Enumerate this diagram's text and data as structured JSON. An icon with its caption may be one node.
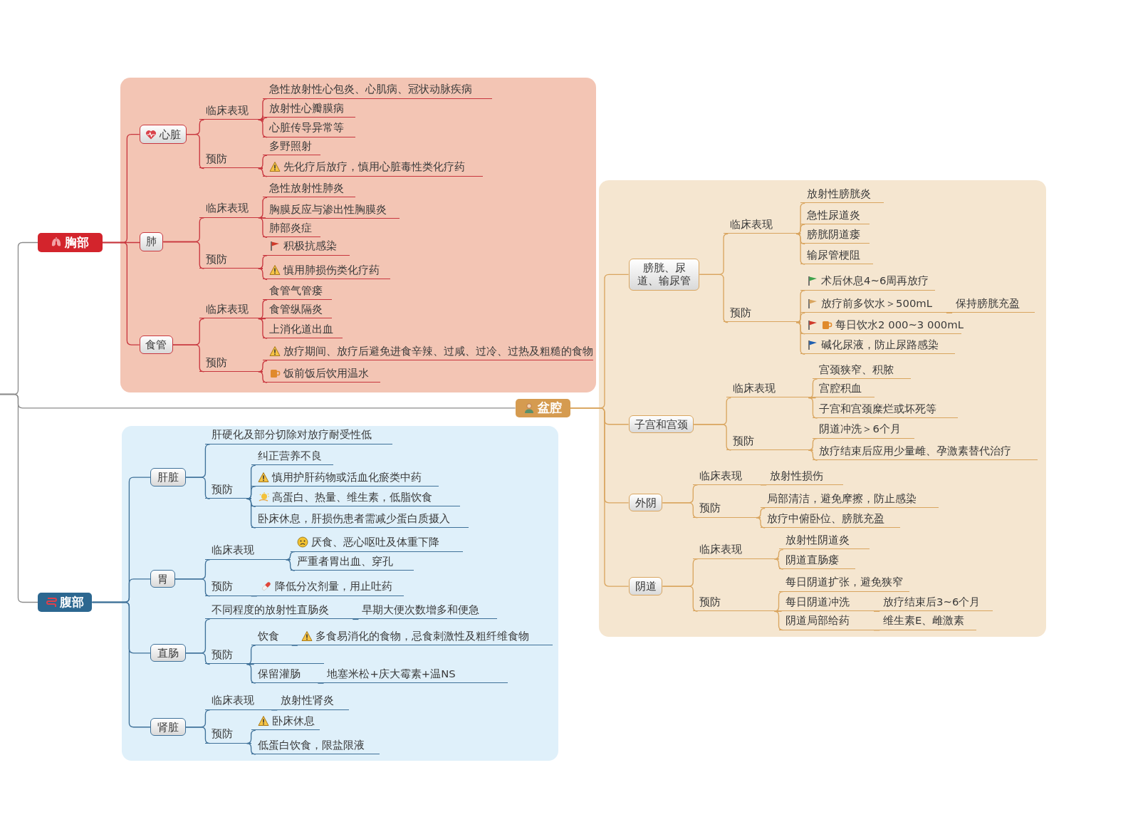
{
  "diagram": {
    "nodes": [
      {
        "text": [
          "胸部"
        ]
      },
      {
        "text": [],
        "shape": "box"
      },
      {
        "text": [
          "心脏"
        ],
        "in": 1
      },
      {
        "text": [
          "临床表现"
        ],
        "in": 1
      },
      {
        "text": [
          "急性放射性心包炎、心肌病、冠状动脉疾病"
        ],
        "in": 1
      },
      {
        "text": [
          "放射性心瓣膜病"
        ],
        "in": 1
      },
      {
        "text": [
          "心脏传导异常等"
        ],
        "in": 1
      },
      {
        "text": [
          "预防"
        ],
        "in": 1
      },
      {
        "text": [
          "多野照射"
        ],
        "in": 1
      },
      {
        "text": [
          "先化疗后放疗，慎用心脏毒性类化疗药"
        ],
        "in": 1
      },
      {
        "text": [
          "肺"
        ],
        "in": 1
      },
      {
        "text": [
          "临床表现"
        ],
        "in": 1
      },
      {
        "text": [
          "急性放射性肺炎"
        ],
        "in": 1
      },
      {
        "text": [
          "胸膜反应与渗出性胸膜炎"
        ],
        "in": 1
      },
      {
        "text": [
          "肺部炎症"
        ],
        "in": 1
      },
      {
        "text": [
          "预防"
        ],
        "in": 1
      },
      {
        "text": [
          "积极抗感染"
        ],
        "in": 1
      },
      {
        "text": [
          "慎用肺损伤类化疗药"
        ],
        "in": 1
      },
      {
        "text": [
          "食管"
        ],
        "in": 1
      },
      {
        "text": [
          "临床表现"
        ],
        "in": 1
      },
      {
        "text": [
          "食管气管瘘"
        ],
        "in": 1
      },
      {
        "text": [
          "食管纵隔炎"
        ],
        "in": 1
      },
      {
        "text": [
          "上消化道出血"
        ],
        "in": 1
      },
      {
        "text": [
          "预防"
        ],
        "in": 1
      },
      {
        "text": [
          "放疗期间、放疗后避免进食辛辣、过咸、过冷、过热及粗糙的食物"
        ],
        "in": 1
      },
      {
        "text": [
          "饭前饭后饮用温水"
        ],
        "in": 1
      },
      {
        "text": [
          "盆腔"
        ]
      },
      {
        "text": [],
        "shape": "box"
      },
      {
        "text": [
          "膀胱、尿道、输尿管"
        ],
        "in": 27
      },
      {
        "text": [
          "临床表现"
        ],
        "in": 27
      },
      {
        "text": [
          "放射性膀胱炎"
        ],
        "in": 27
      },
      {
        "text": [
          "急性尿道炎"
        ],
        "in": 27
      },
      {
        "text": [
          "膀胱阴道瘘"
        ],
        "in": 27
      },
      {
        "text": [
          "输尿管梗阻"
        ],
        "in": 27
      },
      {
        "text": [
          "预防"
        ],
        "in": 27
      },
      {
        "text": [
          "术后休息4~6周再放疗"
        ],
        "in": 27
      },
      {
        "text": [
          "放疗前多饮水＞500mL"
        ],
        "in": 27
      },
      {
        "text": [
          "保持膀胱充盈"
        ],
        "in": 27
      },
      {
        "text": [
          "每日饮水2 000~3 000mL"
        ],
        "in": 27
      },
      {
        "text": [
          "碱化尿液，防止尿路感染"
        ],
        "in": 27
      },
      {
        "text": [
          "子宫和宫颈"
        ],
        "in": 27
      },
      {
        "text": [
          "临床表现"
        ],
        "in": 27
      },
      {
        "text": [
          "宫颈狭窄、积脓"
        ],
        "in": 27
      },
      {
        "text": [
          "宫腔积血"
        ],
        "in": 27
      },
      {
        "text": [
          "子宫和宫颈糜烂或坏死等"
        ],
        "in": 27
      },
      {
        "text": [
          "预防"
        ],
        "in": 27
      },
      {
        "text": [
          "阴道冲洗＞6个月"
        ],
        "in": 27
      },
      {
        "text": [
          "放疗结束后应用少量雌、孕激素替代治疗"
        ],
        "in": 27
      },
      {
        "text": [
          "外阴"
        ],
        "in": 27
      },
      {
        "text": [
          "临床表现"
        ],
        "in": 27
      },
      {
        "text": [
          "放射性损伤"
        ],
        "in": 27
      },
      {
        "text": [
          "预防"
        ],
        "in": 27
      },
      {
        "text": [
          "局部清洁，避免摩擦，防止感染"
        ],
        "in": 27
      },
      {
        "text": [
          "放疗中俯卧位、膀胱充盈"
        ],
        "in": 27
      },
      {
        "text": [
          "阴道"
        ],
        "in": 27
      },
      {
        "text": [
          "临床表现"
        ],
        "in": 27
      },
      {
        "text": [
          "放射性阴道炎"
        ],
        "in": 27
      },
      {
        "text": [
          "阴道直肠瘘"
        ],
        "in": 27
      },
      {
        "text": [
          "预防"
        ],
        "in": 27
      },
      {
        "text": [
          "每日阴道扩张，避免狭窄"
        ],
        "in": 27
      },
      {
        "text": [
          "每日阴道冲洗"
        ],
        "in": 27
      },
      {
        "text": [
          "放疗结束后3~6个月"
        ],
        "in": 27
      },
      {
        "text": [
          "阴道局部给药"
        ],
        "in": 27
      },
      {
        "text": [
          "维生素E、雌激素"
        ],
        "in": 27
      },
      {
        "text": [
          "腹部"
        ]
      },
      {
        "text": [],
        "shape": "box"
      },
      {
        "text": [
          "肝脏"
        ],
        "in": 65
      },
      {
        "text": [
          "肝硬化及部分切除对放疗耐受性低"
        ],
        "in": 65
      },
      {
        "text": [
          "预防"
        ],
        "in": 65
      },
      {
        "text": [
          "纠正营养不良"
        ],
        "in": 65
      },
      {
        "text": [
          "慎用护肝药物或活血化瘀类中药"
        ],
        "in": 65
      },
      {
        "text": [
          "高蛋白、热量、维生素，低脂饮食"
        ],
        "in": 65
      },
      {
        "text": [
          "卧床休息，肝损伤患者需减少蛋白质摄入"
        ],
        "in": 65
      },
      {
        "text": [
          "胃"
        ],
        "in": 65
      },
      {
        "text": [
          "临床表现"
        ],
        "in": 65
      },
      {
        "text": [
          "厌食、恶心呕吐及体重下降"
        ],
        "in": 65
      },
      {
        "text": [
          "严重者胃出血、穿孔"
        ],
        "in": 65
      },
      {
        "text": [
          "预防"
        ],
        "in": 65
      },
      {
        "text": [
          "降低分次剂量，用止吐药"
        ],
        "in": 65
      },
      {
        "text": [
          "直肠"
        ],
        "in": 65
      },
      {
        "text": [
          "不同程度的放射性直肠炎"
        ],
        "in": 65
      },
      {
        "text": [
          "早期大便次数增多和便急"
        ],
        "in": 65
      },
      {
        "text": [
          "预防"
        ],
        "in": 65
      },
      {
        "text": [
          "饮食"
        ],
        "in": 65
      },
      {
        "text": [
          "多食易消化的食物，忌食刺激性及粗纤维食物"
        ],
        "in": 65
      },
      {
        "text": [],
        "shape": "bar",
        "in": 65
      },
      {
        "text": [
          "保留灌肠"
        ],
        "in": 65
      },
      {
        "text": [
          "地塞米松+庆大霉素+温NS"
        ],
        "in": 65
      },
      {
        "text": [
          "肾脏"
        ],
        "in": 65
      },
      {
        "text": [
          "临床表现"
        ],
        "in": 65
      },
      {
        "text": [
          "放射性肾炎"
        ],
        "in": 65
      },
      {
        "text": [
          "预防"
        ],
        "in": 65
      },
      {
        "text": [
          "卧床休息"
        ],
        "in": 65
      },
      {
        "text": [
          "低蛋白饮食，限盐限液"
        ],
        "in": 65
      }
    ],
    "edges": [
      {
        "from": null,
        "to": 0,
        "arrow": "none",
        "color": "#8c8c8c"
      },
      {
        "from": null,
        "to": 26,
        "arrow": "none",
        "color": "#8c8c8c"
      },
      {
        "from": null,
        "to": 64,
        "arrow": "none",
        "color": "#8c8c8c"
      },
      {
        "from": 0,
        "to": 2,
        "arrow": "none",
        "color": "#c8363e"
      },
      {
        "from": 0,
        "to": 10,
        "arrow": "none",
        "color": "#c8363e"
      },
      {
        "from": 0,
        "to": 18,
        "arrow": "none",
        "color": "#c8363e"
      },
      {
        "from": 2,
        "to": 3,
        "arrow": "none",
        "color": "#c8363e"
      },
      {
        "from": 3,
        "to": 4,
        "arrow": "none",
        "color": "#c8363e"
      },
      {
        "from": 3,
        "to": 5,
        "arrow": "none",
        "color": "#c8363e"
      },
      {
        "from": 3,
        "to": 6,
        "arrow": "none",
        "color": "#c8363e"
      },
      {
        "from": 2,
        "to": 7,
        "arrow": "none",
        "color": "#c8363e"
      },
      {
        "from": 7,
        "to": 8,
        "arrow": "none",
        "color": "#c8363e"
      },
      {
        "from": 7,
        "to": 9,
        "arrow": "none",
        "color": "#c8363e"
      },
      {
        "from": 10,
        "to": 11,
        "arrow": "none",
        "color": "#c8363e"
      },
      {
        "from": 11,
        "to": 12,
        "arrow": "none",
        "color": "#c8363e"
      },
      {
        "from": 11,
        "to": 13,
        "arrow": "none",
        "color": "#c8363e"
      },
      {
        "from": 11,
        "to": 14,
        "arrow": "none",
        "color": "#c8363e"
      },
      {
        "from": 10,
        "to": 15,
        "arrow": "none",
        "color": "#c8363e"
      },
      {
        "from": 15,
        "to": 16,
        "arrow": "none",
        "color": "#c8363e"
      },
      {
        "from": 15,
        "to": 17,
        "arrow": "none",
        "color": "#c8363e"
      },
      {
        "from": 18,
        "to": 19,
        "arrow": "none",
        "color": "#c8363e"
      },
      {
        "from": 19,
        "to": 20,
        "arrow": "none",
        "color": "#c8363e"
      },
      {
        "from": 19,
        "to": 21,
        "arrow": "none",
        "color": "#c8363e"
      },
      {
        "from": 19,
        "to": 22,
        "arrow": "none",
        "color": "#c8363e"
      },
      {
        "from": 18,
        "to": 23,
        "arrow": "none",
        "color": "#c8363e"
      },
      {
        "from": 23,
        "to": 24,
        "arrow": "none",
        "color": "#c8363e"
      },
      {
        "from": 23,
        "to": 25,
        "arrow": "none",
        "color": "#c8363e"
      },
      {
        "from": 26,
        "to": 28,
        "arrow": "none"
      },
      {
        "from": 26,
        "to": 40,
        "arrow": "none"
      },
      {
        "from": 26,
        "to": 48,
        "arrow": "none"
      },
      {
        "from": 26,
        "to": 54,
        "arrow": "none"
      },
      {
        "from": 28,
        "to": 29,
        "arrow": "none"
      },
      {
        "from": 29,
        "to": 30,
        "arrow": "none"
      },
      {
        "from": 29,
        "to": 31,
        "arrow": "none"
      },
      {
        "from": 29,
        "to": 32,
        "arrow": "none"
      },
      {
        "from": 29,
        "to": 33,
        "arrow": "none"
      },
      {
        "from": 28,
        "to": 34,
        "arrow": "none"
      },
      {
        "from": 34,
        "to": 35,
        "arrow": "none"
      },
      {
        "from": 34,
        "to": 36,
        "arrow": "none"
      },
      {
        "from": 36,
        "to": 37,
        "arrow": "none"
      },
      {
        "from": 34,
        "to": 38,
        "arrow": "none"
      },
      {
        "from": 34,
        "to": 39,
        "arrow": "none"
      },
      {
        "from": 40,
        "to": 41,
        "arrow": "none"
      },
      {
        "from": 41,
        "to": 42,
        "arrow": "none"
      },
      {
        "from": 41,
        "to": 43,
        "arrow": "none"
      },
      {
        "from": 41,
        "to": 44,
        "arrow": "none"
      },
      {
        "from": 40,
        "to": 45,
        "arrow": "none"
      },
      {
        "from": 45,
        "to": 46,
        "arrow": "none"
      },
      {
        "from": 45,
        "to": 47,
        "arrow": "none"
      },
      {
        "from": 48,
        "to": 49,
        "arrow": "none"
      },
      {
        "from": 49,
        "to": 50,
        "arrow": "none"
      },
      {
        "from": 48,
        "to": 51,
        "arrow": "none"
      },
      {
        "from": 51,
        "to": 52,
        "arrow": "none"
      },
      {
        "from": 51,
        "to": 53,
        "arrow": "none"
      },
      {
        "from": 54,
        "to": 55,
        "arrow": "none"
      },
      {
        "from": 55,
        "to": 56,
        "arrow": "none"
      },
      {
        "from": 55,
        "to": 57,
        "arrow": "none"
      },
      {
        "from": 54,
        "to": 58,
        "arrow": "none"
      },
      {
        "from": 58,
        "to": 59,
        "arrow": "none"
      },
      {
        "from": 58,
        "to": 60,
        "arrow": "none"
      },
      {
        "from": 60,
        "to": 61,
        "arrow": "none"
      },
      {
        "from": 58,
        "to": 62,
        "arrow": "none"
      },
      {
        "from": 62,
        "to": 63,
        "arrow": "none"
      },
      {
        "from": 64,
        "to": 66,
        "arrow": "none",
        "color": "#3f7199"
      },
      {
        "from": 64,
        "to": 73,
        "arrow": "none",
        "color": "#3f7199"
      },
      {
        "from": 64,
        "to": 79,
        "arrow": "none",
        "color": "#3f7199"
      },
      {
        "from": 64,
        "to": 88,
        "arrow": "none",
        "color": "#3f7199"
      },
      {
        "from": 66,
        "to": 67,
        "arrow": "none",
        "color": "#3f7199"
      },
      {
        "from": 66,
        "to": 68,
        "arrow": "none",
        "color": "#3f7199"
      },
      {
        "from": 68,
        "to": 69,
        "arrow": "none",
        "color": "#3f7199"
      },
      {
        "from": 68,
        "to": 70,
        "arrow": "none",
        "color": "#3f7199"
      },
      {
        "from": 68,
        "to": 71,
        "arrow": "none",
        "color": "#3f7199"
      },
      {
        "from": 68,
        "to": 72,
        "arrow": "none",
        "color": "#3f7199"
      },
      {
        "from": 73,
        "to": 74,
        "arrow": "none",
        "color": "#3f7199"
      },
      {
        "from": 74,
        "to": 75,
        "arrow": "none",
        "color": "#3f7199"
      },
      {
        "from": 74,
        "to": 76,
        "arrow": "none",
        "color": "#3f7199"
      },
      {
        "from": 73,
        "to": 77,
        "arrow": "none",
        "color": "#3f7199"
      },
      {
        "from": 77,
        "to": 78,
        "arrow": "none",
        "color": "#3f7199"
      },
      {
        "from": 79,
        "to": 80,
        "arrow": "none",
        "color": "#3f7199"
      },
      {
        "from": 80,
        "to": 81,
        "arrow": "none",
        "color": "#3f7199"
      },
      {
        "from": 79,
        "to": 82,
        "arrow": "none",
        "color": "#3f7199"
      },
      {
        "from": 82,
        "to": 83,
        "arrow": "none",
        "color": "#3f7199"
      },
      {
        "from": 83,
        "to": 84,
        "arrow": "none",
        "color": "#3f7199"
      },
      {
        "from": 82,
        "to": 85,
        "arrow": "none",
        "color": "#3f7199"
      },
      {
        "from": 82,
        "to": 86,
        "arrow": "none",
        "color": "#3f7199"
      },
      {
        "from": 86,
        "to": 87,
        "arrow": "none",
        "color": "#3f7199"
      },
      {
        "from": 88,
        "to": 89,
        "arrow": "none",
        "color": "#3f7199"
      },
      {
        "from": 89,
        "to": 90,
        "arrow": "none",
        "color": "#3f7199"
      },
      {
        "from": 88,
        "to": 91,
        "arrow": "none",
        "color": "#3f7199"
      },
      {
        "from": 91,
        "to": 92,
        "arrow": "none",
        "color": "#3f7199"
      },
      {
        "from": 91,
        "to": 93,
        "arrow": "none",
        "color": "#3f7199"
      }
    ]
  }
}
